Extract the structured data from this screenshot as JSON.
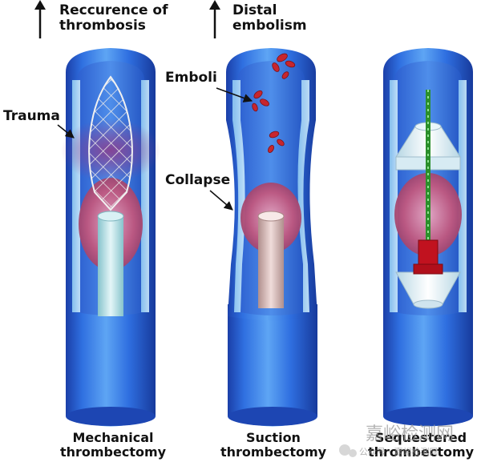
{
  "top_labels": [
    {
      "line1": "Reccurence of",
      "line2": "thrombosis"
    },
    {
      "line1": "Distal",
      "line2": "embolism"
    }
  ],
  "annotations": {
    "trauma": "Trauma",
    "emboli": "Emboli",
    "collapse": "Collapse"
  },
  "captions": [
    {
      "line1": "Mechanical",
      "line2": "thrombectomy"
    },
    {
      "line1": "Suction",
      "line2": "thrombectomy"
    },
    {
      "line1": "Sequestered",
      "line2": "thrombectomy"
    }
  ],
  "watermark": {
    "logo_text": "嘉峪检测网",
    "sub_text": "公众号 · 嘉峪检测网"
  },
  "colors": {
    "vessel_outer": "#1f4fc4",
    "vessel_inner": "#3f7fe6",
    "vessel_light": "#9cd3f7",
    "clot": "#c24a6e",
    "rbc": "#c7262e",
    "catheter_teal": "#bfe6ea",
    "catheter_pink": "#d8b8b6",
    "wire_green": "#3aa23a",
    "balloon": "#e8f4f8"
  }
}
